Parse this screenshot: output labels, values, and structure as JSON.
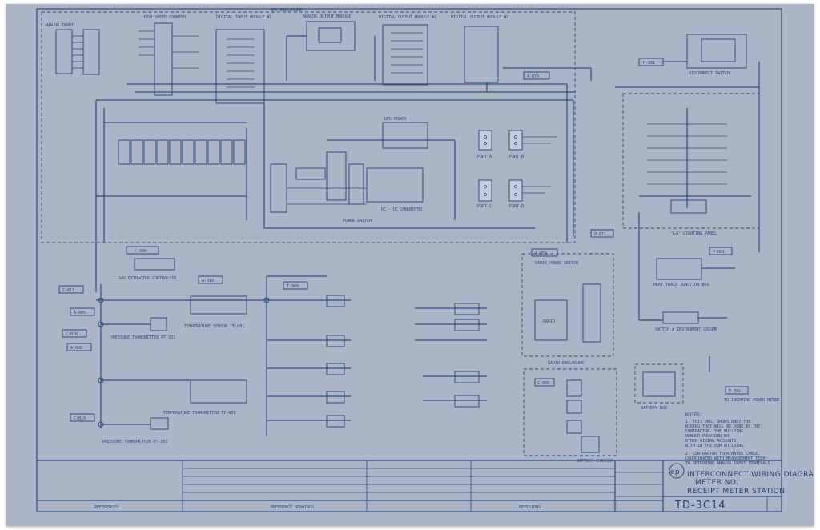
{
  "colors": {
    "paper": "#aab5c6",
    "ink": "#334d80"
  },
  "enclosures": {
    "gfc": "GFC ENCLOSURE",
    "radio": "RADIO ENCLOSURE",
    "battery": "BATTERY CHARGER"
  },
  "modules": {
    "analog_input": "ANALOG INPUT",
    "high_speed_counter": "HIGH SPEED COUNTER",
    "digital_input": "DIGITAL INPUT MODULE #1",
    "analog_output": "ANALOG OUTPUT MODULE",
    "digital_output_1": "DIGITAL OUTPUT MODULE #1",
    "digital_output_2": "DIGITAL OUTPUT MODULE #2",
    "disconnect_switch": "DISCONNECT SWITCH"
  },
  "ports": [
    "PORT A",
    "PORT B",
    "PORT C",
    "PORT D"
  ],
  "labels": {
    "gfc_power": "GFC POWER",
    "power_switch": "POWER SWITCH",
    "dc_converter": "DC - DC CONVERTER",
    "gas_controller": "GAS EXTRACTOR CONTROLLER",
    "temp_sensor": "TEMPERATURE SENSOR TE-001",
    "pressure_tx": "PRESSURE TRANSMITTER PT-351",
    "temp_tx": "TEMPERATURE TRANSMITTER TT-001",
    "pressure_tx2": "PRESSURE TRANSMITTER PT-361",
    "lighting_panel": "\"LA\" LIGHTING PANEL",
    "heat_trace": "HEAT TRACE JUNCTION BOX",
    "switch_col": "SWITCH @ INSTRUMENT COLUMN",
    "radio_power": "RADIO POWER SWITCH",
    "radio": "RADIO",
    "battery_box": "BATTERY BOX",
    "to_incoming": "TO INCOMING POWER METER"
  },
  "tags": {
    "p301": "P-301",
    "p001": "P-001",
    "p302": "P-302",
    "p011": "P-011",
    "a074": "A-074",
    "c006": "C-006",
    "a005": "A-005",
    "c018": "C-018",
    "a006": "A-006",
    "c011": "C-011",
    "c019": "C-019",
    "a010": "A-010",
    "t009": "T-009",
    "a058": "A-058",
    "c009": "C-009"
  },
  "notes": {
    "heading": "NOTES:",
    "lines": [
      "1. THIS DWG. SHOWS ONLY THE",
      "   WIRING THAT WILL BE DONE BY THE",
      "   CONTRACTOR. THE BUILDING",
      "   VENDOR PROVIDED NO",
      "   OTHER WIRING ACCOUNTS",
      "   WITH IN THE EQM BUILDING.",
      "",
      "2. CONTRACTOR TERMINATED CABLE,",
      "   COORDINATED WITH MEASUREMENT TECH",
      "   TO DETERMINE ANALOG INPUT TERMINALS."
    ]
  },
  "title_block": {
    "line1": "INTERCONNECT WIRING DIAGRAM",
    "line2": "METER NO.",
    "line3": "RECEIPT METER STATION",
    "drawing_no": "TD-3C14",
    "logo": "ep"
  },
  "footer": {
    "references": "REFERENCES",
    "reference_drawings": "REFERENCE DRAWINGS",
    "revisions": "REVISIONS"
  }
}
